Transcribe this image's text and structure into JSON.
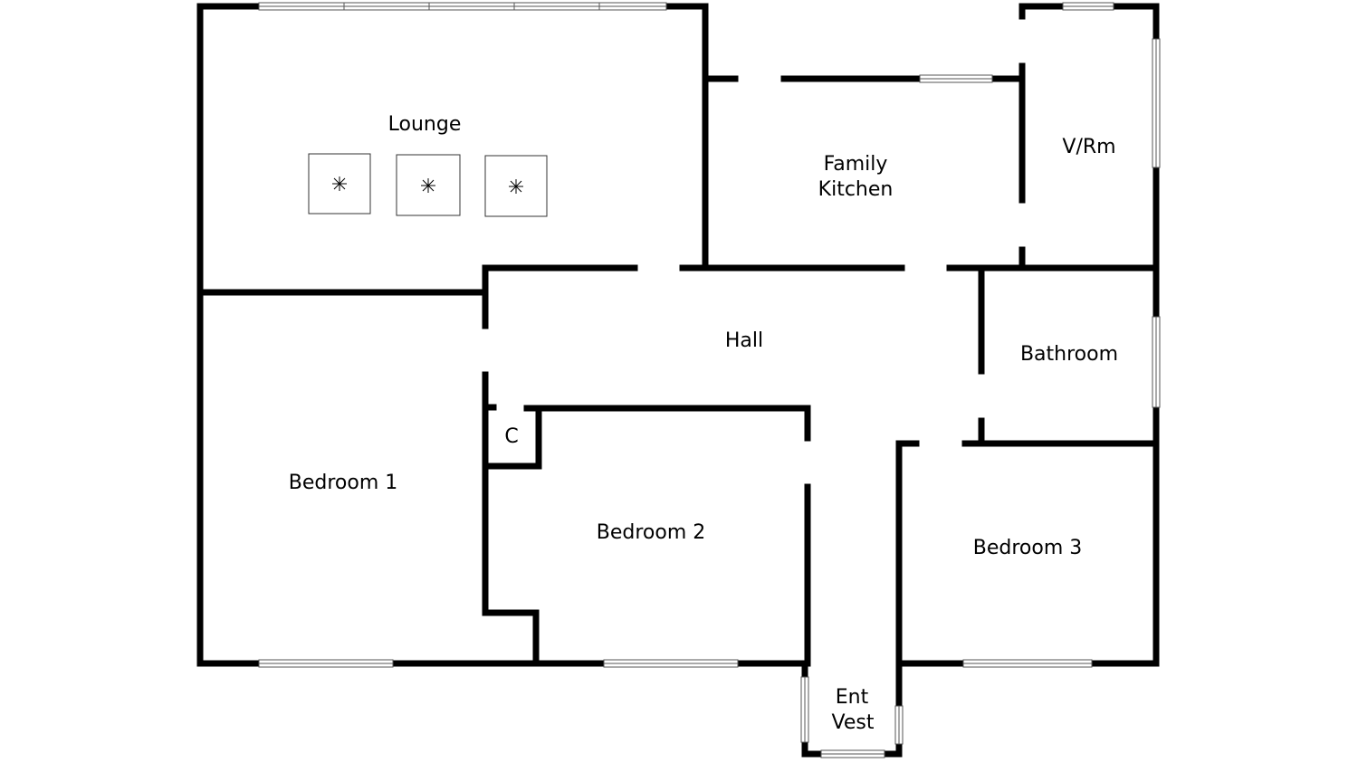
{
  "rooms": {
    "lounge": "Lounge",
    "kitchen_line1": "Family",
    "kitchen_line2": "Kitchen",
    "vrm": "V/Rm",
    "hall": "Hall",
    "bathroom": "Bathroom",
    "cupboard": "C",
    "bedroom1": "Bedroom 1",
    "bedroom2": "Bedroom 2",
    "bedroom3": "Bedroom 3",
    "vestibule_line1": "Ent",
    "vestibule_line2": "Vest"
  }
}
